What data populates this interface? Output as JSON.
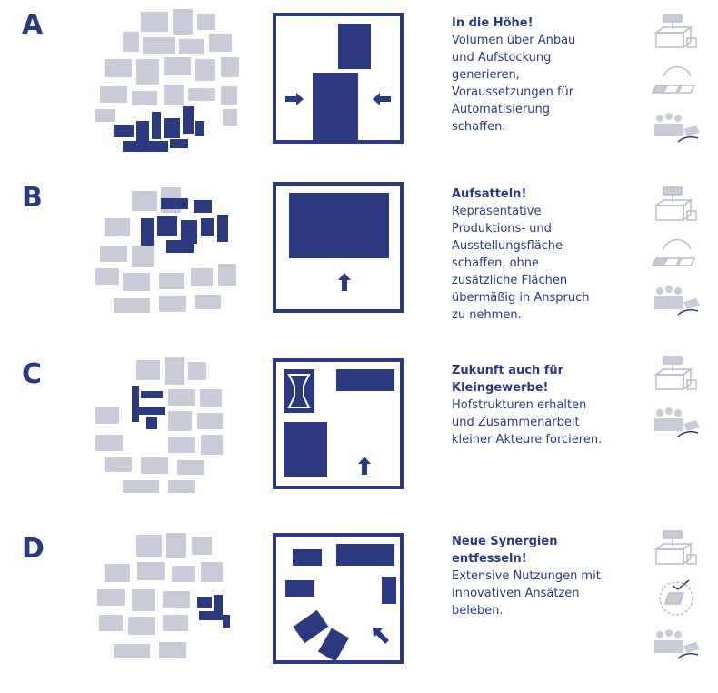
{
  "rows": [
    {
      "letter": "A",
      "heading": "In die Höhe!",
      "body": "Volumen über Anbau\nund Aufstockung\ngenerieren,\nVoraussetzungen für\nAutomatisierung\nschaffen.",
      "icons": [
        "stack-building-icon",
        "transfer-area-icon",
        "people-handover-icon"
      ]
    },
    {
      "letter": "B",
      "heading": "Aufsatteln!",
      "body": "Repräsentative\nProduktions- und\nAusstellungsfläche\nschaffen, ohne\nzusätzliche Flächen\nübermäßig in Anspruch\nzu nehmen.",
      "icons": [
        "stack-building-icon",
        "transfer-area-icon",
        "people-handover-icon"
      ]
    },
    {
      "letter": "C",
      "heading": "Zukunft auch für\nKleingewerbe!",
      "body": "Hofstrukturen erhalten\nund Zusammenarbeit\nkleiner Akteure forcieren.",
      "icons": [
        "stack-building-icon",
        "people-handover-icon"
      ]
    },
    {
      "letter": "D",
      "heading": "Neue Synergien\nentfesseln!",
      "body": "Extensive Nutzungen mit\ninnovativen Ansätzen\nbeleben.",
      "icons": [
        "stack-building-icon",
        "circular-area-icon",
        "people-handover-icon"
      ]
    }
  ],
  "colors": {
    "primary": "#2b3a80",
    "muted": "#b8bccb",
    "light": "#c9ccd8"
  }
}
